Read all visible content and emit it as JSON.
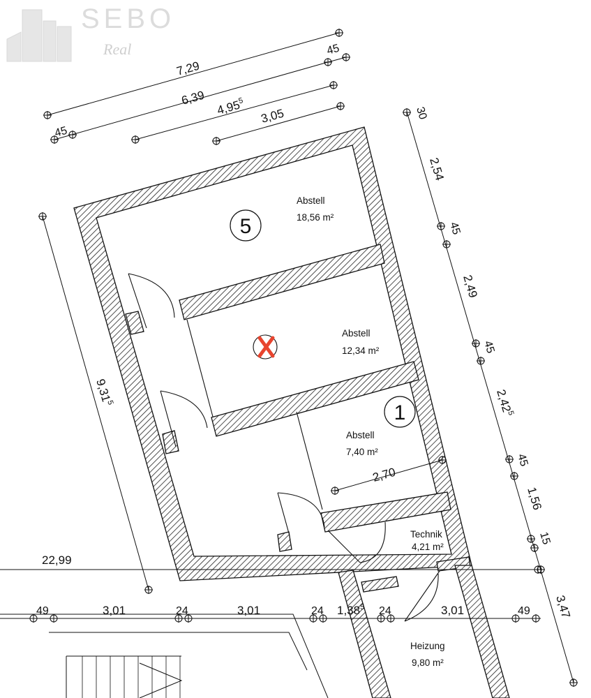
{
  "logo": {
    "brand": "SEBO",
    "sub": "Real"
  },
  "rooms": [
    {
      "name": "Abstell",
      "area": "18,56 m²",
      "number": "5"
    },
    {
      "name": "Abstell",
      "area": "12,34 m²",
      "number": ""
    },
    {
      "name": "Abstell",
      "area": "7,40 m²",
      "number": "1"
    },
    {
      "name": "Technik",
      "area": "4,21 m²",
      "number": ""
    },
    {
      "name": "Heizung",
      "area": "9,80 m²",
      "number": ""
    }
  ],
  "crossed_marker": {
    "color": "#e8442e"
  },
  "dimensions": {
    "top": [
      "7,29",
      "6,39",
      "4,95",
      "3,05",
      "45",
      "45"
    ],
    "top_sup": "5",
    "right": [
      "30",
      "2,54",
      "45",
      "2,49",
      "45",
      "2,42",
      "45",
      "1,56",
      "15",
      "3,47"
    ],
    "right_sup": "5",
    "left": "9,31",
    "left_sup": "5",
    "inner": "2,70",
    "bottom_total": "22,99",
    "bottom": [
      "49",
      "3,01",
      "24",
      "3,01",
      "24",
      "1,38",
      "24",
      "3,01",
      "49"
    ],
    "bottom_sup": "5"
  },
  "colors": {
    "line": "#111111",
    "hatch": "#222222",
    "logo": "#dcdcdc"
  }
}
